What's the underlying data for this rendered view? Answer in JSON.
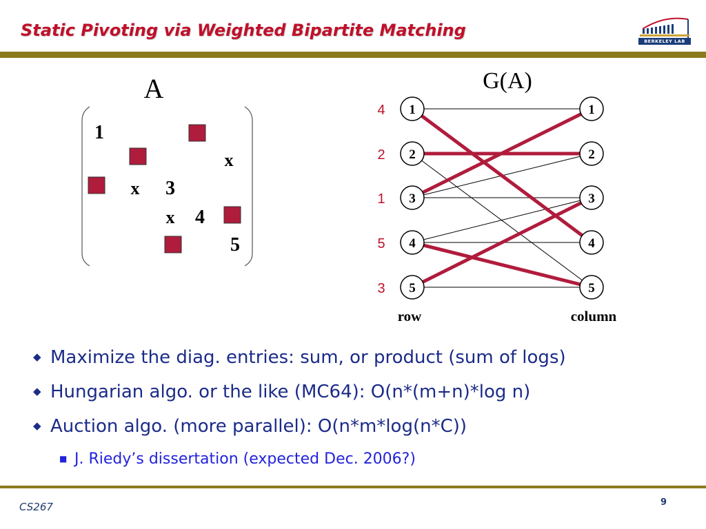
{
  "slide": {
    "title": "Static Pivoting via Weighted Bipartite Matching",
    "logo_text": "BERKELEY LAB",
    "footer": "CS267",
    "page_number": "9"
  },
  "matrix": {
    "title": "A",
    "diagonal": [
      "1",
      "3",
      "4",
      "5"
    ],
    "fill_marks": [
      "x",
      "x",
      "x"
    ]
  },
  "graph": {
    "title": "G(A)",
    "row_label": "row",
    "column_label": "column",
    "row_nodes": [
      "1",
      "2",
      "3",
      "4",
      "5"
    ],
    "col_nodes": [
      "1",
      "2",
      "3",
      "4",
      "5"
    ],
    "matching_labels": [
      "4",
      "2",
      "1",
      "5",
      "3"
    ],
    "thin_edges": [
      [
        1,
        1
      ],
      [
        2,
        2
      ],
      [
        3,
        3
      ],
      [
        4,
        4
      ],
      [
        5,
        5
      ],
      [
        2,
        5
      ],
      [
        3,
        2
      ],
      [
        4,
        3
      ]
    ],
    "matching_edges": [
      [
        1,
        4
      ],
      [
        2,
        2
      ],
      [
        3,
        1
      ],
      [
        4,
        5
      ],
      [
        5,
        3
      ]
    ]
  },
  "bullets": [
    "Maximize the diag. entries: sum, or product (sum of logs)",
    "Hungarian algo. or the like (MC64): O(n*(m+n)*log n)",
    "Auction algo. (more parallel): O(n*m*log(n*C))"
  ],
  "sub_bullets": [
    "J. Riedy’s dissertation (expected Dec. 2006?)"
  ],
  "colors": {
    "title": "#c0102a",
    "bar": "#8a7a1e",
    "matching": "#b01c3c",
    "bullet_text": "#1b2b88",
    "sub_bullet_text": "#2222dd"
  }
}
